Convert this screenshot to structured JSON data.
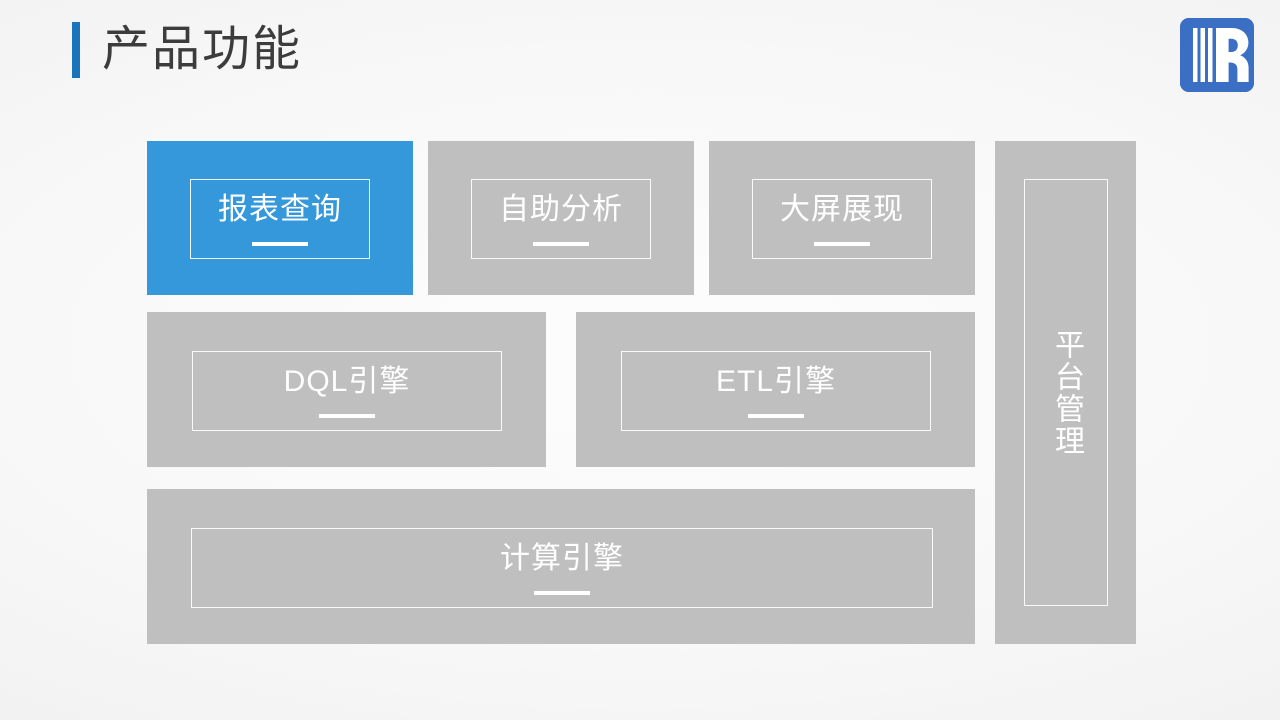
{
  "header": {
    "title": "产品功能",
    "accent_color": "#1a74bb",
    "logo": {
      "name": "brand-logo-r",
      "background_color": "#3a6fc4",
      "glyph": "R"
    }
  },
  "diagram": {
    "card_color": "#bfbfbf",
    "highlight_color": "#3498db",
    "rows": [
      {
        "row_name": "application-layer",
        "cards": [
          {
            "label": "报表查询",
            "highlighted": true
          },
          {
            "label": "自助分析",
            "highlighted": false
          },
          {
            "label": "大屏展现",
            "highlighted": false
          }
        ]
      },
      {
        "row_name": "engine-layer",
        "cards": [
          {
            "label": "DQL引擎",
            "highlighted": false
          },
          {
            "label": "ETL引擎",
            "highlighted": false
          }
        ]
      },
      {
        "row_name": "compute-layer",
        "cards": [
          {
            "label": "计算引擎",
            "highlighted": false
          }
        ]
      }
    ],
    "side_panel": {
      "label": "平台管理",
      "highlighted": false
    }
  }
}
